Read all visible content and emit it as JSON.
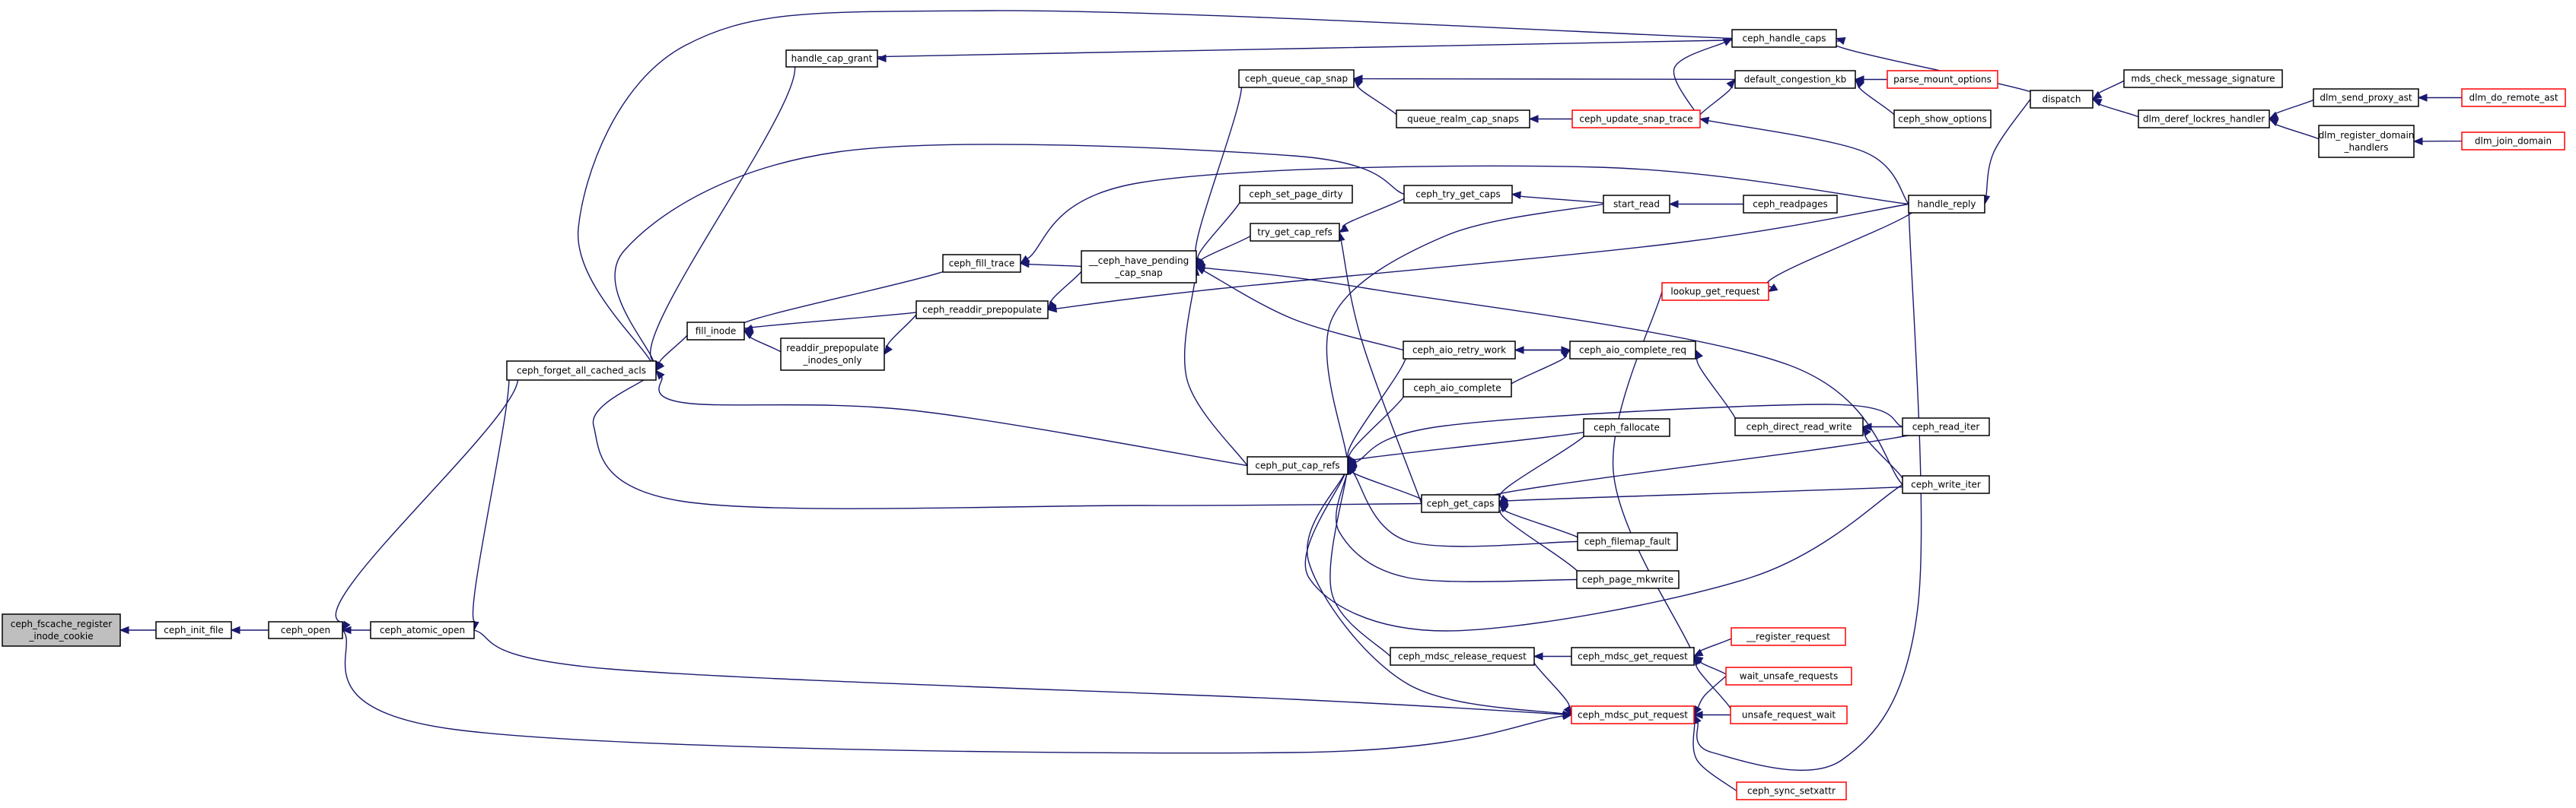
{
  "colors": {
    "edge": "#191970",
    "node_border": "#000000",
    "node_border_truncated": "#ff0000",
    "node_fill": "#ffffff",
    "root_fill": "#bfbfbf",
    "text": "#000000"
  },
  "nodes": [
    {
      "id": "root",
      "lines": [
        "ceph_fscache_register",
        "_inode_cookie"
      ],
      "kind": "root"
    },
    {
      "id": "init_file",
      "lines": [
        "ceph_init_file"
      ],
      "kind": "normal"
    },
    {
      "id": "open",
      "lines": [
        "ceph_open"
      ],
      "kind": "normal"
    },
    {
      "id": "atomic_open",
      "lines": [
        "ceph_atomic_open"
      ],
      "kind": "normal"
    },
    {
      "id": "forget_acls",
      "lines": [
        "ceph_forget_all_cached_acls"
      ],
      "kind": "normal"
    },
    {
      "id": "handle_cap_grant",
      "lines": [
        "handle_cap_grant"
      ],
      "kind": "normal"
    },
    {
      "id": "fill_inode",
      "lines": [
        "fill_inode"
      ],
      "kind": "normal"
    },
    {
      "id": "readdir_prepop_only",
      "lines": [
        "readdir_prepopulate",
        "_inodes_only"
      ],
      "kind": "normal"
    },
    {
      "id": "readdir_prepopulate",
      "lines": [
        "ceph_readdir_prepopulate"
      ],
      "kind": "normal"
    },
    {
      "id": "fill_trace",
      "lines": [
        "ceph_fill_trace"
      ],
      "kind": "normal"
    },
    {
      "id": "have_pending",
      "lines": [
        "__ceph_have_pending",
        "_cap_snap"
      ],
      "kind": "normal"
    },
    {
      "id": "queue_cap_snap",
      "lines": [
        "ceph_queue_cap_snap"
      ],
      "kind": "normal"
    },
    {
      "id": "set_page_dirty",
      "lines": [
        "ceph_set_page_dirty"
      ],
      "kind": "normal"
    },
    {
      "id": "try_get_cap_refs",
      "lines": [
        "try_get_cap_refs"
      ],
      "kind": "normal"
    },
    {
      "id": "queue_realm",
      "lines": [
        "queue_realm_cap_snaps"
      ],
      "kind": "normal"
    },
    {
      "id": "try_get_caps",
      "lines": [
        "ceph_try_get_caps"
      ],
      "kind": "normal"
    },
    {
      "id": "handle_caps",
      "lines": [
        "ceph_handle_caps"
      ],
      "kind": "normal"
    },
    {
      "id": "default_congestion",
      "lines": [
        "default_congestion_kb"
      ],
      "kind": "normal"
    },
    {
      "id": "update_snap_trace",
      "lines": [
        "ceph_update_snap_trace"
      ],
      "kind": "truncated"
    },
    {
      "id": "parse_mount",
      "lines": [
        "parse_mount_options"
      ],
      "kind": "truncated"
    },
    {
      "id": "show_options",
      "lines": [
        "ceph_show_options"
      ],
      "kind": "normal"
    },
    {
      "id": "start_read",
      "lines": [
        "start_read"
      ],
      "kind": "normal"
    },
    {
      "id": "readpages",
      "lines": [
        "ceph_readpages"
      ],
      "kind": "normal"
    },
    {
      "id": "handle_reply",
      "lines": [
        "handle_reply"
      ],
      "kind": "normal"
    },
    {
      "id": "lookup_get_request",
      "lines": [
        "lookup_get_request"
      ],
      "kind": "truncated"
    },
    {
      "id": "dispatch",
      "lines": [
        "dispatch"
      ],
      "kind": "normal"
    },
    {
      "id": "mds_check_sig",
      "lines": [
        "mds_check_message_signature"
      ],
      "kind": "normal"
    },
    {
      "id": "dlm_deref",
      "lines": [
        "dlm_deref_lockres_handler"
      ],
      "kind": "normal"
    },
    {
      "id": "dlm_send_proxy",
      "lines": [
        "dlm_send_proxy_ast"
      ],
      "kind": "normal"
    },
    {
      "id": "dlm_do_remote",
      "lines": [
        "dlm_do_remote_ast"
      ],
      "kind": "truncated"
    },
    {
      "id": "dlm_register",
      "lines": [
        "dlm_register_domain",
        "_handlers"
      ],
      "kind": "normal"
    },
    {
      "id": "dlm_join",
      "lines": [
        "dlm_join_domain"
      ],
      "kind": "truncated"
    },
    {
      "id": "aio_retry",
      "lines": [
        "ceph_aio_retry_work"
      ],
      "kind": "normal"
    },
    {
      "id": "aio_complete_req",
      "lines": [
        "ceph_aio_complete_req"
      ],
      "kind": "normal"
    },
    {
      "id": "aio_complete",
      "lines": [
        "ceph_aio_complete"
      ],
      "kind": "normal"
    },
    {
      "id": "direct_rw",
      "lines": [
        "ceph_direct_read_write"
      ],
      "kind": "normal"
    },
    {
      "id": "read_iter",
      "lines": [
        "ceph_read_iter"
      ],
      "kind": "normal"
    },
    {
      "id": "write_iter",
      "lines": [
        "ceph_write_iter"
      ],
      "kind": "normal"
    },
    {
      "id": "fallocate",
      "lines": [
        "ceph_fallocate"
      ],
      "kind": "normal"
    },
    {
      "id": "put_cap_refs",
      "lines": [
        "ceph_put_cap_refs"
      ],
      "kind": "normal"
    },
    {
      "id": "get_caps",
      "lines": [
        "ceph_get_caps"
      ],
      "kind": "normal"
    },
    {
      "id": "filemap_fault",
      "lines": [
        "ceph_filemap_fault"
      ],
      "kind": "normal"
    },
    {
      "id": "page_mkwrite",
      "lines": [
        "ceph_page_mkwrite"
      ],
      "kind": "normal"
    },
    {
      "id": "mdsc_release",
      "lines": [
        "ceph_mdsc_release_request"
      ],
      "kind": "normal"
    },
    {
      "id": "mdsc_get",
      "lines": [
        "ceph_mdsc_get_request"
      ],
      "kind": "normal"
    },
    {
      "id": "register_request",
      "lines": [
        "__register_request"
      ],
      "kind": "truncated"
    },
    {
      "id": "wait_unsafe",
      "lines": [
        "wait_unsafe_requests"
      ],
      "kind": "truncated"
    },
    {
      "id": "mdsc_put",
      "lines": [
        "ceph_mdsc_put_request"
      ],
      "kind": "truncated"
    },
    {
      "id": "unsafe_wait",
      "lines": [
        "unsafe_request_wait"
      ],
      "kind": "truncated"
    },
    {
      "id": "sync_setxattr",
      "lines": [
        "ceph_sync_setxattr"
      ],
      "kind": "truncated"
    }
  ],
  "edges": [
    [
      "init_file",
      "root"
    ],
    [
      "open",
      "init_file"
    ],
    [
      "atomic_open",
      "open"
    ],
    [
      "forget_acls",
      "open"
    ],
    [
      "forget_acls",
      "atomic_open"
    ],
    [
      "handle_cap_grant",
      "forget_acls"
    ],
    [
      "fill_inode",
      "forget_acls"
    ],
    [
      "put_cap_refs",
      "forget_acls"
    ],
    [
      "get_caps",
      "forget_acls"
    ],
    [
      "try_get_caps",
      "forget_acls"
    ],
    [
      "handle_caps",
      "forget_acls"
    ],
    [
      "handle_caps",
      "handle_cap_grant"
    ],
    [
      "readdir_prepopulate",
      "fill_inode"
    ],
    [
      "readdir_prepop_only",
      "fill_inode"
    ],
    [
      "fill_trace",
      "fill_inode"
    ],
    [
      "readdir_prepopulate",
      "readdir_prepop_only"
    ],
    [
      "have_pending",
      "readdir_prepopulate"
    ],
    [
      "handle_reply",
      "readdir_prepopulate"
    ],
    [
      "have_pending",
      "fill_trace"
    ],
    [
      "handle_reply",
      "fill_trace"
    ],
    [
      "queue_cap_snap",
      "have_pending"
    ],
    [
      "set_page_dirty",
      "have_pending"
    ],
    [
      "try_get_cap_refs",
      "have_pending"
    ],
    [
      "aio_retry",
      "have_pending"
    ],
    [
      "put_cap_refs",
      "have_pending"
    ],
    [
      "write_iter",
      "have_pending"
    ],
    [
      "default_congestion",
      "queue_cap_snap"
    ],
    [
      "queue_realm",
      "queue_cap_snap"
    ],
    [
      "update_snap_trace",
      "queue_realm"
    ],
    [
      "try_get_caps",
      "try_get_cap_refs"
    ],
    [
      "get_caps",
      "try_get_cap_refs"
    ],
    [
      "start_read",
      "try_get_caps"
    ],
    [
      "readpages",
      "start_read"
    ],
    [
      "dispatch",
      "handle_caps"
    ],
    [
      "update_snap_trace",
      "handle_caps"
    ],
    [
      "update_snap_trace",
      "default_congestion"
    ],
    [
      "parse_mount",
      "default_congestion"
    ],
    [
      "show_options",
      "default_congestion"
    ],
    [
      "handle_reply",
      "update_snap_trace"
    ],
    [
      "dispatch",
      "handle_reply"
    ],
    [
      "mds_check_sig",
      "dispatch"
    ],
    [
      "dlm_deref",
      "dispatch"
    ],
    [
      "dlm_send_proxy",
      "dlm_deref"
    ],
    [
      "dlm_register",
      "dlm_deref"
    ],
    [
      "dlm_do_remote",
      "dlm_send_proxy"
    ],
    [
      "dlm_join",
      "dlm_register"
    ],
    [
      "aio_complete_req",
      "aio_retry"
    ],
    [
      "aio_retry",
      "aio_complete_req"
    ],
    [
      "aio_complete",
      "aio_complete_req"
    ],
    [
      "direct_rw",
      "aio_complete_req"
    ],
    [
      "read_iter",
      "direct_rw"
    ],
    [
      "write_iter",
      "direct_rw"
    ],
    [
      "handle_reply",
      "lookup_get_request"
    ],
    [
      "start_read",
      "put_cap_refs"
    ],
    [
      "aio_complete",
      "put_cap_refs"
    ],
    [
      "aio_retry",
      "put_cap_refs"
    ],
    [
      "read_iter",
      "put_cap_refs"
    ],
    [
      "fallocate",
      "put_cap_refs"
    ],
    [
      "get_caps",
      "put_cap_refs"
    ],
    [
      "filemap_fault",
      "put_cap_refs"
    ],
    [
      "page_mkwrite",
      "put_cap_refs"
    ],
    [
      "write_iter",
      "put_cap_refs"
    ],
    [
      "mdsc_release",
      "put_cap_refs"
    ],
    [
      "mdsc_put",
      "put_cap_refs"
    ],
    [
      "fallocate",
      "get_caps"
    ],
    [
      "read_iter",
      "get_caps"
    ],
    [
      "write_iter",
      "get_caps"
    ],
    [
      "filemap_fault",
      "get_caps"
    ],
    [
      "page_mkwrite",
      "get_caps"
    ],
    [
      "mdsc_get",
      "mdsc_release"
    ],
    [
      "lookup_get_request",
      "mdsc_get"
    ],
    [
      "register_request",
      "mdsc_get"
    ],
    [
      "wait_unsafe",
      "mdsc_get"
    ],
    [
      "unsafe_wait",
      "mdsc_get"
    ],
    [
      "mdsc_release",
      "mdsc_put"
    ],
    [
      "wait_unsafe",
      "mdsc_put"
    ],
    [
      "unsafe_wait",
      "mdsc_put"
    ],
    [
      "sync_setxattr",
      "mdsc_put"
    ],
    [
      "handle_reply",
      "mdsc_put"
    ],
    [
      "atomic_open",
      "mdsc_put"
    ],
    [
      "open",
      "mdsc_put"
    ]
  ]
}
